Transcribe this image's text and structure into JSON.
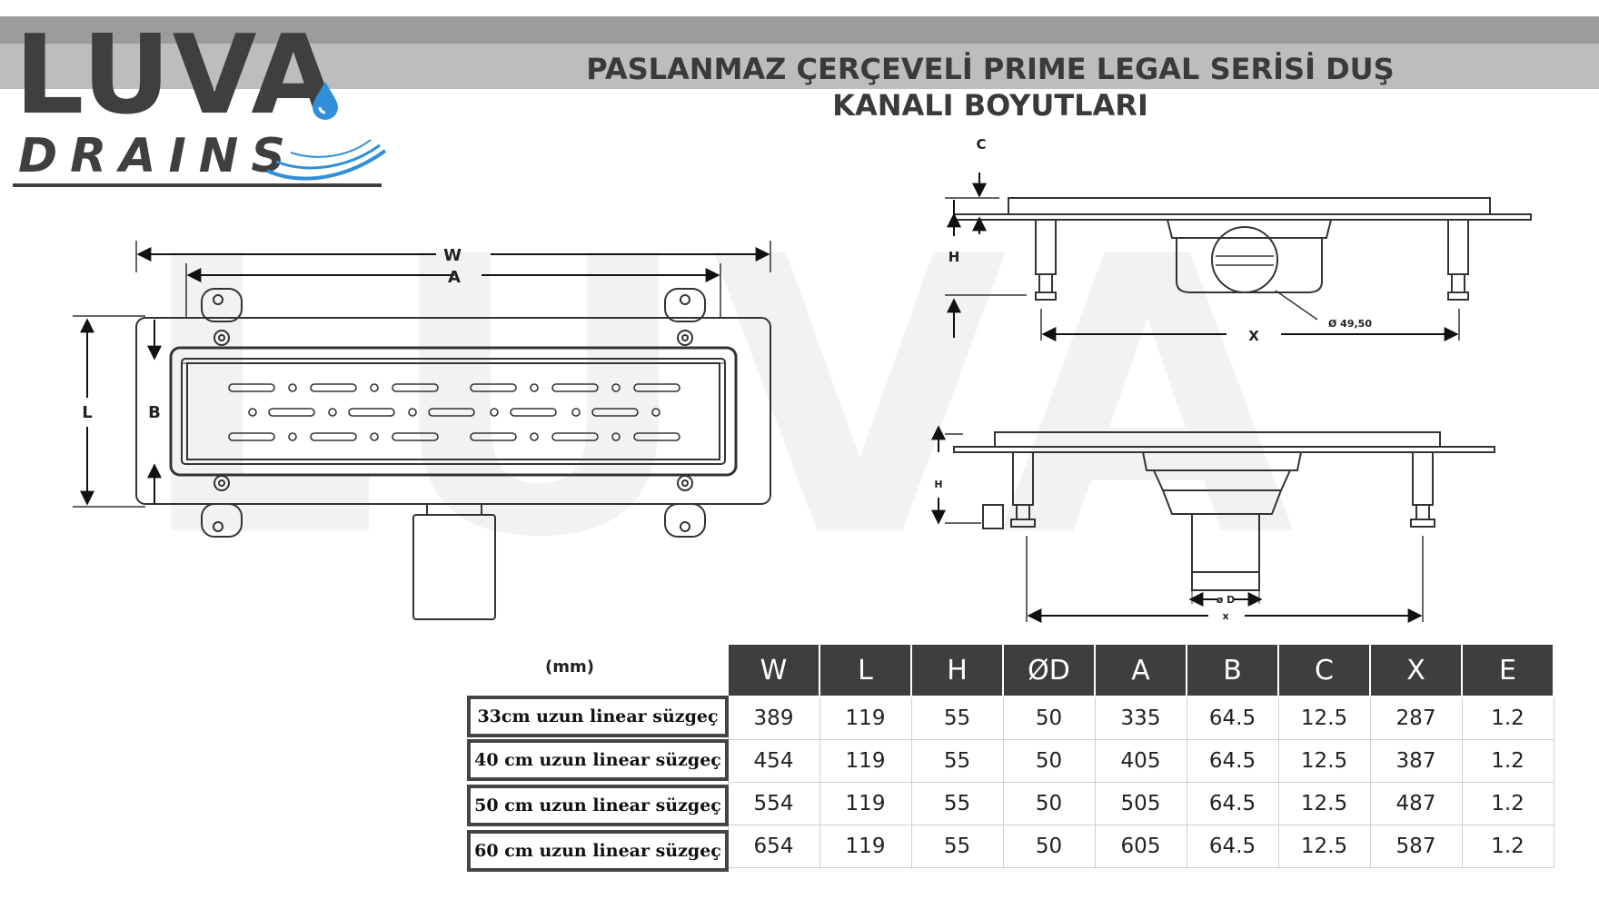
{
  "brand": {
    "name": "LUVA",
    "subname": "DRAINS"
  },
  "title": {
    "line1": "PASLANMAZ ÇERÇEVELİ PRIME LEGAL SERİSİ DUŞ",
    "line2": "KANALI BOYUTLARI"
  },
  "drawing_labels": {
    "top_view": {
      "W": "W",
      "A": "A",
      "L": "L",
      "B": "B"
    },
    "side_view_1": {
      "C": "C",
      "H": "H",
      "X": "X",
      "diameter": "Ø 49,50"
    },
    "side_view_2": {
      "H": "H",
      "X": "x",
      "diameter": "ø D"
    }
  },
  "table": {
    "unit_label": "(mm)",
    "headers": [
      "W",
      "L",
      "H",
      "ØD",
      "A",
      "B",
      "C",
      "X",
      "E"
    ],
    "rows": [
      {
        "label": "33cm uzun linear süzgeç",
        "values": [
          "389",
          "119",
          "55",
          "50",
          "335",
          "64.5",
          "12.5",
          "287",
          "1.2"
        ]
      },
      {
        "label": "40 cm uzun linear süzgeç",
        "values": [
          "454",
          "119",
          "55",
          "50",
          "405",
          "64.5",
          "12.5",
          "387",
          "1.2"
        ]
      },
      {
        "label": "50 cm uzun linear süzgeç",
        "values": [
          "554",
          "119",
          "55",
          "50",
          "505",
          "64.5",
          "12.5",
          "487",
          "1.2"
        ]
      },
      {
        "label": "60 cm uzun linear süzgeç",
        "values": [
          "654",
          "119",
          "55",
          "50",
          "605",
          "64.5",
          "12.5",
          "587",
          "1.2"
        ]
      }
    ]
  },
  "colors": {
    "header_bg": "#3e3e3e",
    "brand_gray": "#3f3f3f",
    "accent_blue": "#2f8fd8"
  }
}
